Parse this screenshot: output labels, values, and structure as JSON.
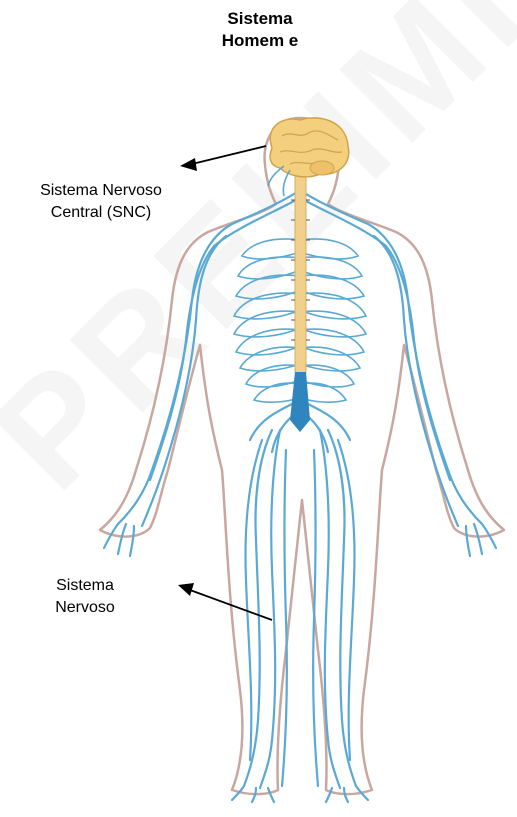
{
  "title": {
    "line1": "Sistema",
    "line2": "Homem e"
  },
  "labels": {
    "snc_line1": "Sistema Nervoso",
    "snc_line2": "Central (SNC)",
    "snp_line1": "Sistema",
    "snp_line2": "Nervoso"
  },
  "watermark": "PRELIMINAR",
  "colors": {
    "nerves": "#5aa9d4",
    "nerves_dark": "#2f86bf",
    "brain": "#f3cf7e",
    "spinal_cord": "#f1d08c",
    "body_outline": "#c9a7a0",
    "arrow": "#000000"
  }
}
